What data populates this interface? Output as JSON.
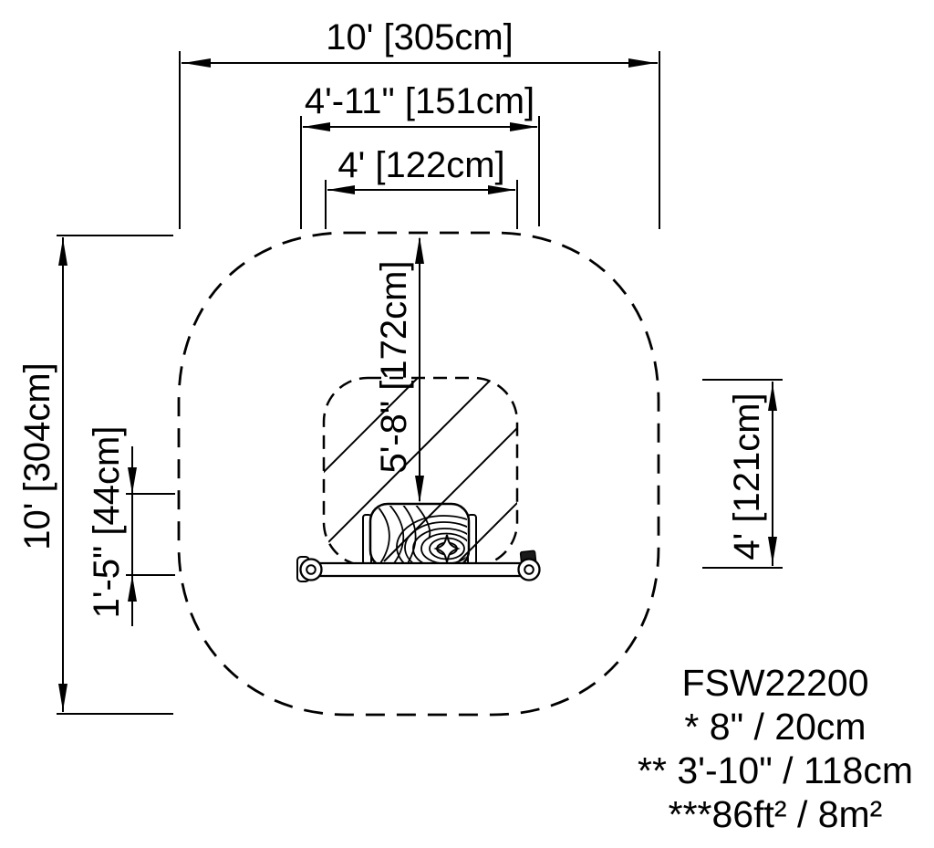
{
  "drawing": {
    "type": "plan-view dimension drawing",
    "colors": {
      "line": "#000000",
      "background": "#ffffff"
    }
  },
  "dimensions": {
    "use_zone_width": "10' [305cm]",
    "beam_assembly_length": "4'-11\" [151cm]",
    "equipment_zone_width": "4' [122cm]",
    "use_zone_depth": "10' [304cm]",
    "beam_top_height": "1'-5\" [44cm]",
    "clearance_depth": "5'-8\" [172cm]",
    "equipment_zone_depth": "4' [121cm]"
  },
  "title_block": {
    "model": "FSW22200",
    "notes": [
      "* 8\" / 20cm",
      "** 3'-10\" / 118cm",
      "***86ft² / 8m²"
    ]
  }
}
